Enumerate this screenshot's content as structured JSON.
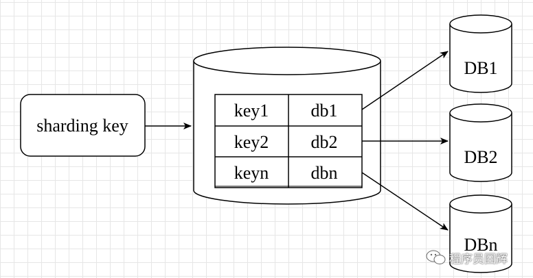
{
  "source_label": "sharding key",
  "mapping_table": [
    {
      "key": "key1",
      "db": "db1"
    },
    {
      "key": "key2",
      "db": "db2"
    },
    {
      "key": "keyn",
      "db": "dbn"
    }
  ],
  "databases": [
    "DB1",
    "DB2",
    "DBn"
  ],
  "watermark": {
    "text": "程序员囧辉",
    "icon": "wechat-icon"
  }
}
